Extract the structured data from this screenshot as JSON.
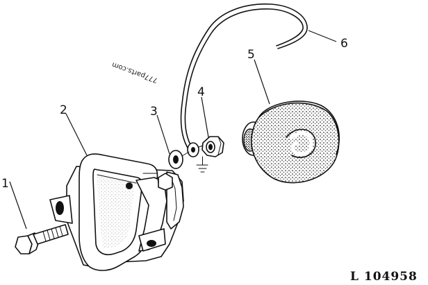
{
  "figure_reference": "L 104958",
  "watermark": "777parts.com",
  "callouts": [
    {
      "number": "1",
      "part": "bolt"
    },
    {
      "number": "2",
      "part": "socket-housing"
    },
    {
      "number": "3",
      "part": "washer"
    },
    {
      "number": "4",
      "part": "nut"
    },
    {
      "number": "5",
      "part": "cover-cap"
    },
    {
      "number": "6",
      "part": "wire"
    }
  ]
}
